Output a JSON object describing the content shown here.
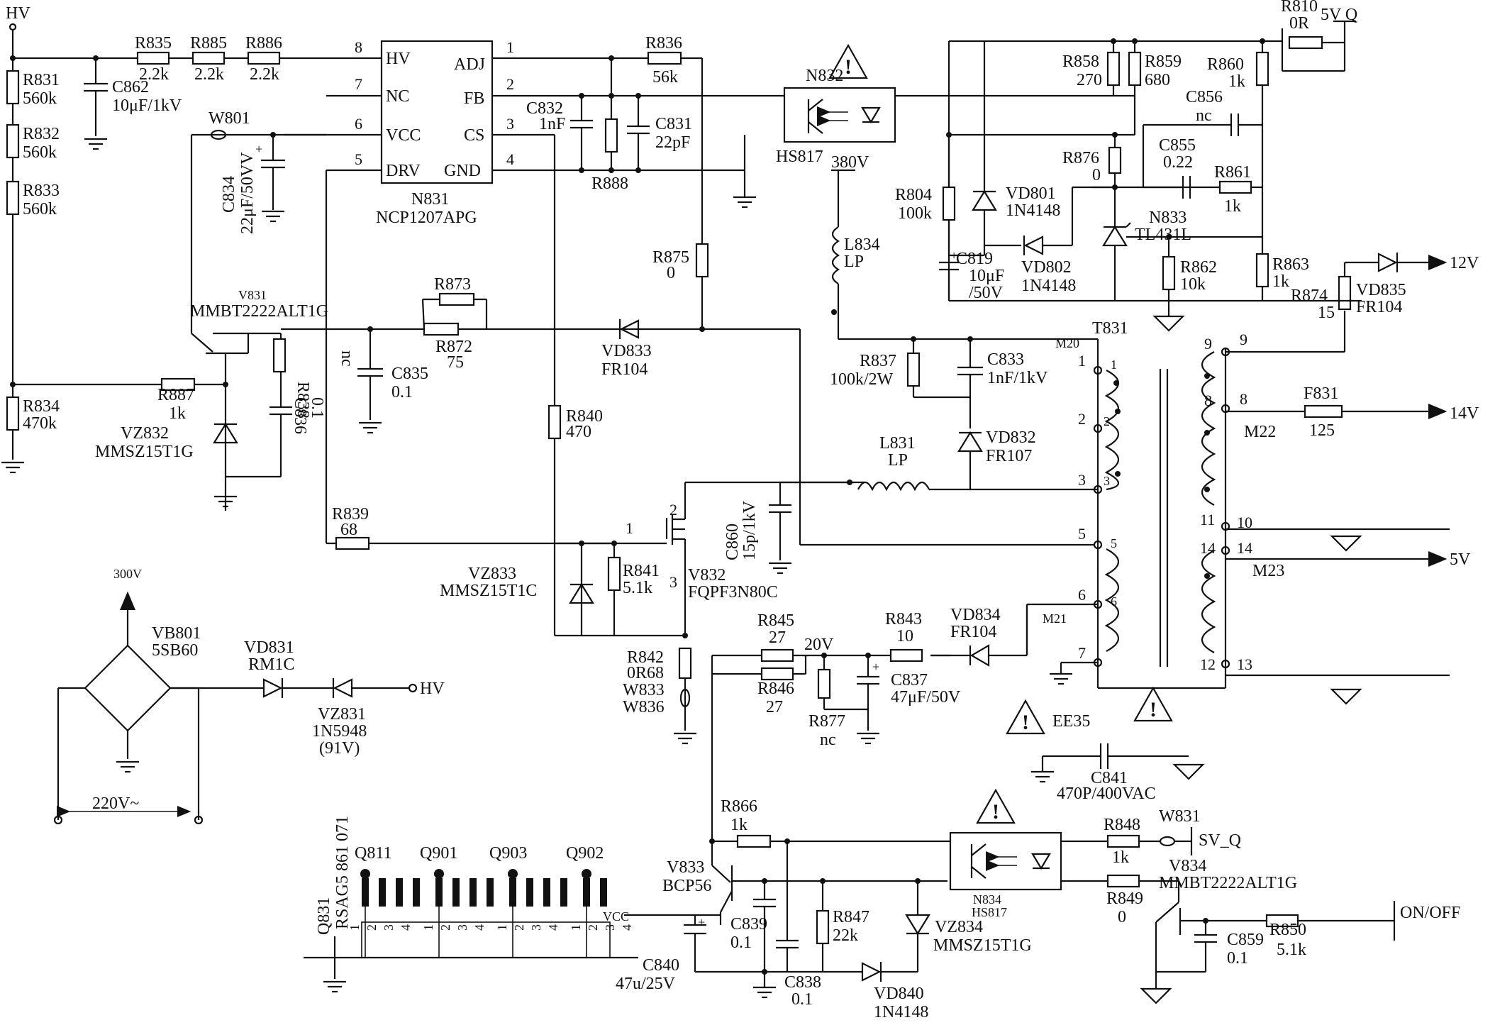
{
  "nets": {
    "hv_left": "HV",
    "hv_right": "HV",
    "v300": "300V",
    "v220": "220V~",
    "v380": "380V",
    "v20": "20V",
    "out_12v": "12V",
    "out_14v": "14V",
    "out_5v": "5V",
    "v5q": "5V Q",
    "sv_q": "SV_Q",
    "on_off": "ON/OFF"
  },
  "ic": {
    "ref": "N831",
    "part": "NCP1207APG",
    "pins": {
      "p8": "8",
      "p7": "7",
      "p6": "6",
      "p5": "5",
      "p1": "1",
      "p2": "2",
      "p3": "3",
      "p4": "4",
      "hv": "HV",
      "nc": "NC",
      "vcc": "VCC",
      "drv": "DRV",
      "adj": "ADJ",
      "fb": "FB",
      "cs": "CS",
      "gnd": "GND"
    }
  },
  "res": {
    "r831_r": "R831",
    "r831_v": "560k",
    "r832_r": "R832",
    "r832_v": "560k",
    "r833_r": "R833",
    "r833_v": "560k",
    "r834_r": "R834",
    "r834_v": "470k",
    "r835_r": "R835",
    "r835_v": "2.2k",
    "r885_r": "R885",
    "r885_v": "2.2k",
    "r886_r": "R886",
    "r886_v": "2.2k",
    "r836_r": "R836",
    "r836_v": "56k",
    "r888_r": "R888",
    "r875_r": "R875",
    "r875_v": "0",
    "r873_r": "R873",
    "r872_r": "R872",
    "r872_v": "75",
    "r838_r": "R838",
    "r838_v": "nc",
    "r887_r": "R887",
    "r887_v": "1k",
    "r839_r": "R839",
    "r839_v": "68",
    "r840_r": "R840",
    "r840_v": "470",
    "r841_r": "R841",
    "r841_v": "5.1k",
    "r842_r": "R842",
    "r842_v": "0R68",
    "r837_r": "R837",
    "r837_v": "100k/2W",
    "r845_r": "R845",
    "r845_v": "27",
    "r846_r": "R846",
    "r846_v": "27",
    "r843_r": "R843",
    "r843_v": "10",
    "r877_r": "R877",
    "r877_v": "nc",
    "r866_r": "R866",
    "r866_v": "1k",
    "r847_r": "R847",
    "r847_v": "22k",
    "r848_r": "R848",
    "r848_v": "1k",
    "r849_r": "R849",
    "r849_v": "0",
    "r850_r": "R850",
    "r850_v": "5.1k",
    "r810_r": "R810",
    "r810_v": "0R",
    "r858_r": "R858",
    "r858_v": "270",
    "r859_r": "R859",
    "r859_v": "680",
    "r860_r": "R860",
    "r860_v": "1k",
    "r804_r": "R804",
    "r804_v": "100k",
    "r876_r": "R876",
    "r876_v": "0",
    "r861_r": "R861",
    "r861_v": "1k",
    "r862_r": "R862",
    "r862_v": "10k",
    "r863_r": "R863",
    "r863_v": "1k",
    "r874_r": "R874",
    "r874_v": "15"
  },
  "caps": {
    "c862_r": "C862",
    "c862_v": "10μF/1kV",
    "c834_r": "C834",
    "c834_v": "22μF/50VV",
    "c832_r": "C832",
    "c832_v": "1nF",
    "c831_r": "C831",
    "c831_v": "22pF",
    "c835_r": "C835",
    "c835_v": "0.1",
    "c836_r": "C836",
    "c836_v": "0.1",
    "c860_r": "C860",
    "c860_v": "15p/1kV",
    "c833_r": "C833",
    "c833_v": "1nF/1kV",
    "c837_r": "C837",
    "c837_v": "47μF/50V",
    "c841_r": "C841",
    "c841_v": "470P/400VAC",
    "c839_r": "C839",
    "c839_v": "0.1",
    "c840_r": "C840",
    "c840_v": "47u/25V",
    "c838_r": "C838",
    "c838_v": "0.1",
    "c859_r": "C859",
    "c859_v": "0.1",
    "c856_r": "C856",
    "c856_v": "nc",
    "c855_r": "C855",
    "c855_v": "0.22",
    "c819_r": "C819",
    "c819_v1": "10μF",
    "c819_v2": "/50V"
  },
  "semis": {
    "w801": "W801",
    "v831_r": "V831",
    "v831_v": "MMBT2222ALT1G",
    "vz832_r": "VZ832",
    "vz832_v": "MMSZ15T1G",
    "vd833_r": "VD833",
    "vd833_v": "FR104",
    "vz833_r": "VZ833",
    "vz833_v": "MMSZ15T1C",
    "v832_r": "V832",
    "v832_v": "FQPF3N80C",
    "v832_p1": "1",
    "v832_p2": "2",
    "v832_p3": "3",
    "w833": "W833",
    "w836": "W836",
    "vb801_r": "VB801",
    "vb801_v": "5SB60",
    "vd831_r": "VD831",
    "vd831_v": "RM1C",
    "vz831_r": "VZ831",
    "vz831_v": "1N5948",
    "vz831_v2": "(91V)",
    "n832_r": "N832",
    "n832_v": "HS817",
    "l834_r": "L834",
    "l834_v": "LP",
    "l831_r": "L831",
    "l831_v": "LP",
    "vd832_r": "VD832",
    "vd832_v": "FR107",
    "vd834_r": "VD834",
    "vd834_v": "FR104",
    "v833_r": "V833",
    "v833_v": "BCP56",
    "vz834_r": "VZ834",
    "vz834_v": "MMSZ15T1G",
    "vd840_r": "VD840",
    "vd840_v": "1N4148",
    "n834_r": "N834",
    "n834_v": "HS817",
    "w831": "W831",
    "v834_r": "V834",
    "v834_v": "MMBT2222ALT1G",
    "vd801_r": "VD801",
    "vd801_v": "1N4148",
    "vd802_r": "VD802",
    "vd802_v": "1N4148",
    "n833_r": "N833",
    "n833_v": "TL431L",
    "vd835_r": "VD835",
    "vd835_v": "FR104",
    "f831_r": "F831",
    "f831_v": "125"
  },
  "transformer": {
    "ref": "T831",
    "core": "EE35",
    "p1": "1",
    "p2": "2",
    "p3": "3",
    "p5": "5",
    "p6": "6",
    "p7": "7",
    "p9": "9",
    "p8": "8",
    "p11": "11",
    "p10": "10",
    "p14": "14",
    "p12": "12",
    "p13": "13",
    "m20": "M20",
    "m21": "M21",
    "m22": "M22",
    "m23": "M23"
  },
  "connector": {
    "ref": "Q831",
    "part": "RSAG5 861 071",
    "q811": "Q811",
    "q901": "Q901",
    "q903": "Q903",
    "q902": "Q902",
    "pins": [
      "1",
      "2",
      "3",
      "4",
      "1",
      "2",
      "3",
      "4",
      "1",
      "2",
      "3",
      "4",
      "1",
      "2",
      "3",
      "4"
    ],
    "vcc": "VCC",
    "p3": "3",
    "p4": "4"
  },
  "warnings": {
    "mark": "!"
  }
}
